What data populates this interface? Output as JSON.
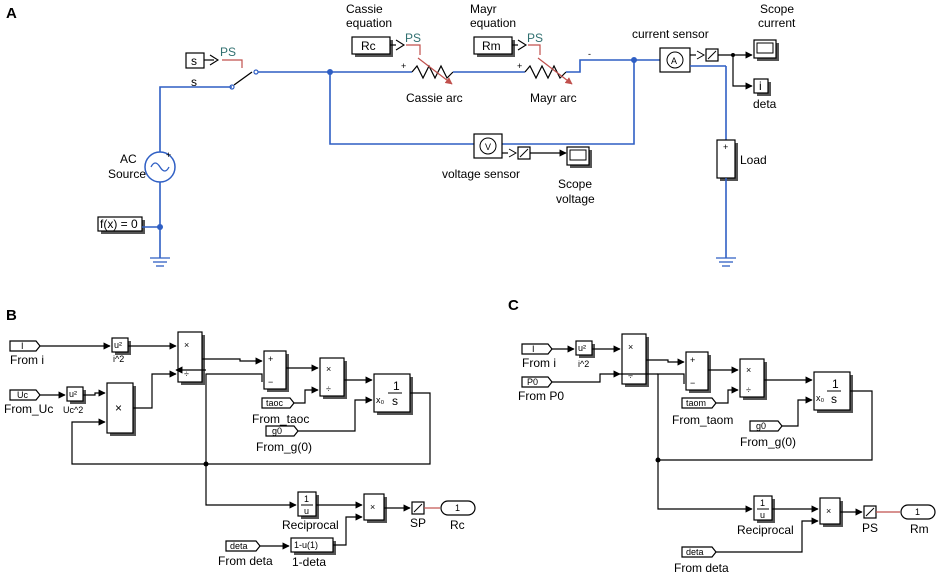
{
  "panels": {
    "a": "A",
    "b": "B",
    "c": "C"
  },
  "panel_a": {
    "s_block": "s",
    "s_label": "s",
    "ps": "PS",
    "cassie_eq": [
      "Cassie",
      "equation"
    ],
    "rc_block": "Rc",
    "mayr_eq": [
      "Mayr",
      "equation"
    ],
    "rm_block": "Rm",
    "plus": "+",
    "minus": "-",
    "cassie_arc": "Cassie arc",
    "mayr_arc": "Mayr arc",
    "current_sensor": "current sensor",
    "scope_current": [
      "Scope",
      "current"
    ],
    "i_block": "i",
    "deta": "deta",
    "ac_source": [
      "AC",
      "Source"
    ],
    "load": "Load",
    "voltage_sensor": "voltage sensor",
    "scope_voltage": [
      "Scope",
      "voltage"
    ],
    "solver": "f(x) = 0"
  },
  "panel_b": {
    "from_i_tag": "I",
    "from_i": "From i",
    "u2": "u²",
    "i2": "i^2",
    "uc_tag": "Uc",
    "from_uc": "From_Uc",
    "uc2": "Uc^2",
    "times": "×",
    "divide": "÷",
    "plus": "+",
    "minus": "−",
    "taoc_tag": "taoc",
    "from_taoc": "From_taoc",
    "g0_tag": "g0",
    "from_g0": "From_g(0)",
    "integ_top": "1",
    "integ_bot": "s",
    "x0": "x₀",
    "recip_top": "1",
    "recip_bot": "u",
    "reciprocal": "Reciprocal",
    "deta_tag": "deta",
    "from_deta": "From deta",
    "one_minus": "1-u(1)",
    "one_deta": "1-deta",
    "sp": "SP",
    "out_num": "1",
    "out_name": "Rc"
  },
  "panel_c": {
    "from_i_tag": "I",
    "from_i": "From i",
    "u2": "u²",
    "i2": "i^2",
    "p0_tag": "P0",
    "from_p0": "From P0",
    "times": "×",
    "divide": "÷",
    "plus": "+",
    "minus": "−",
    "taom_tag": "taom",
    "from_taom": "From_taom",
    "g0_tag": "g0",
    "from_g0": "From_g(0)",
    "integ_top": "1",
    "integ_bot": "s",
    "x0": "x₀",
    "recip_top": "1",
    "recip_bot": "u",
    "reciprocal": "Reciprocal",
    "deta_tag": "deta",
    "from_deta": "From deta",
    "ps": "PS",
    "out_num": "1",
    "out_name": "Rm"
  },
  "colors": {
    "physical_wire": "#2f5fc4",
    "ps_signal": "#c0504d",
    "ps_text": "#2f6f6f"
  }
}
